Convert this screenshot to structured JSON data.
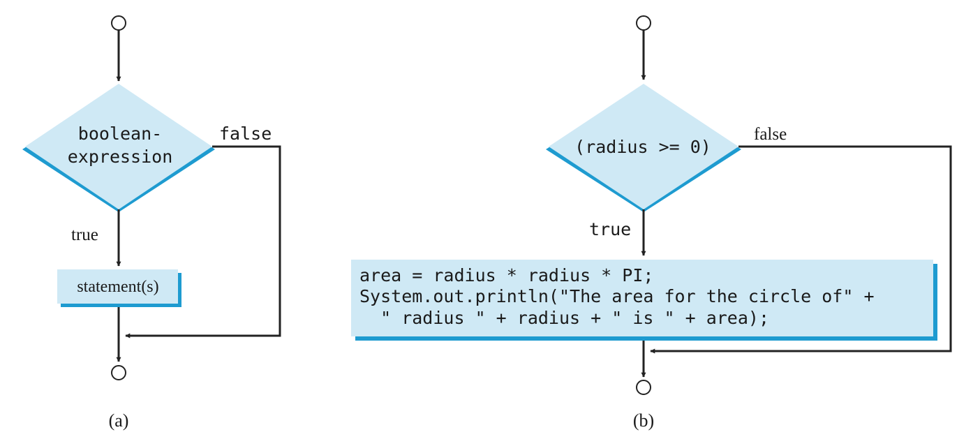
{
  "colors": {
    "shape_fill": "#cfe9f5",
    "shape_shadow": "#1e9bd0",
    "line": "#222222"
  },
  "diagram_a": {
    "decision_line1": "boolean-",
    "decision_line2": "expression",
    "true_label": "true",
    "false_label": "false",
    "statement": "statement(s)",
    "caption": "(a)"
  },
  "diagram_b": {
    "decision": "(radius >= 0)",
    "true_label": "true",
    "false_label": "false",
    "code_line1": "area = radius * radius * PI;",
    "code_line2": "System.out.println(\"The area for the circle of\" +",
    "code_line3": "  \" radius \" + radius + \" is \" + area);",
    "caption": "(b)"
  }
}
